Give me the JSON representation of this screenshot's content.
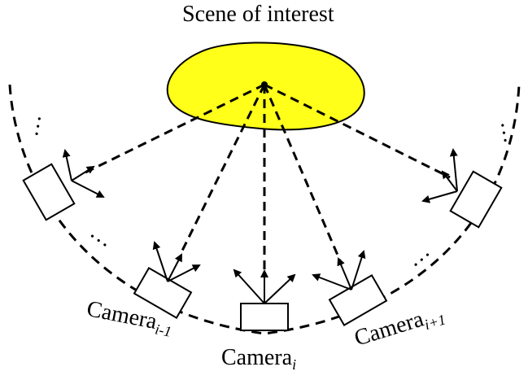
{
  "title": "Scene of interest",
  "cameras": {
    "left": {
      "base": "Camera",
      "sub": "i-1"
    },
    "middle": {
      "base": "Camera",
      "sub": "i"
    },
    "right": {
      "base": "Camera",
      "sub": "i+1"
    }
  },
  "ellipsis": "…",
  "colors": {
    "scene_fill": "#ffff1a",
    "stroke": "#000000",
    "background": "#ffffff"
  }
}
